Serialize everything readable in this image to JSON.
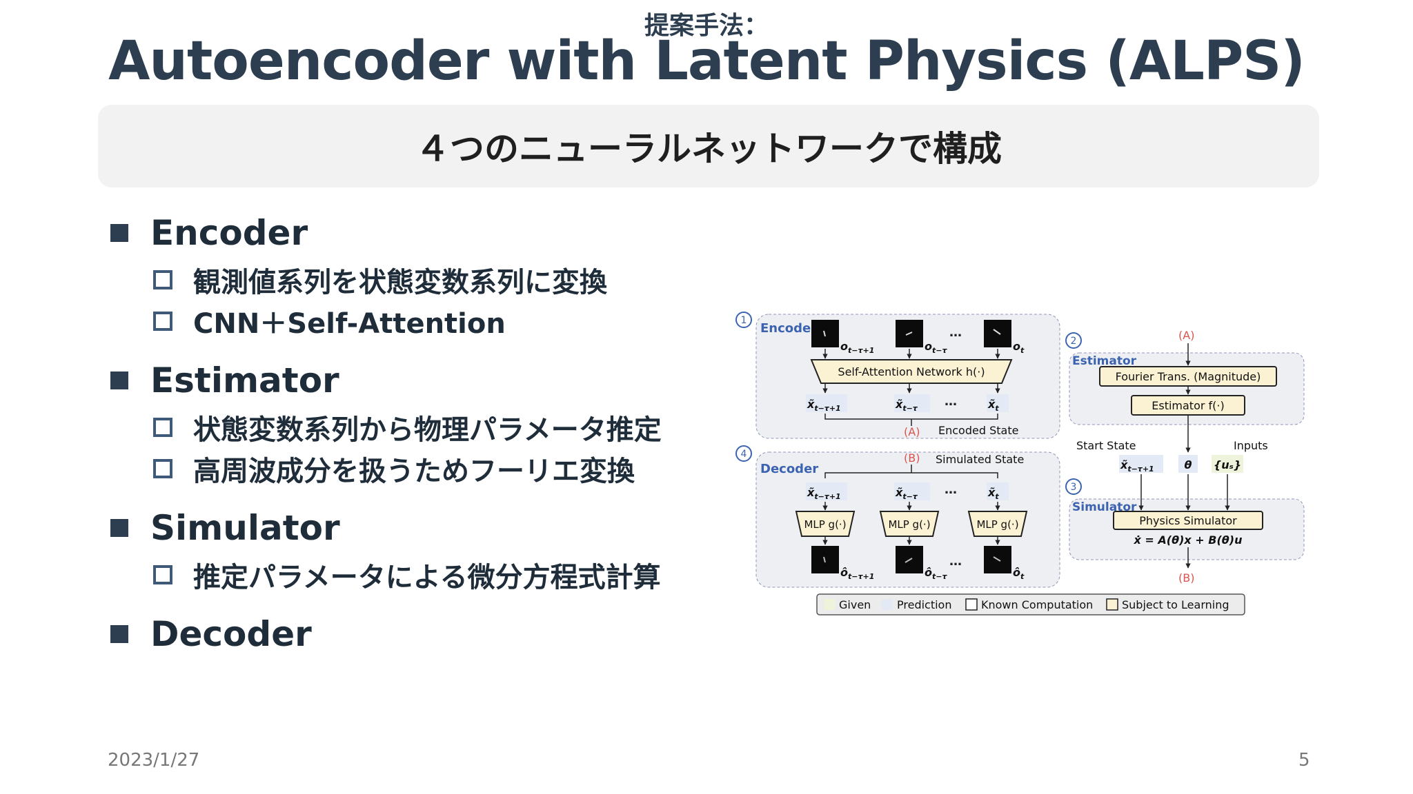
{
  "header": {
    "pre_title": "提案手法：",
    "title": "Autoencoder with Latent Physics (ALPS)"
  },
  "banner": {
    "text": "４つのニューラルネットワークで構成"
  },
  "bullets": [
    {
      "label": "Encoder",
      "subs": [
        "観測値系列を状態変数系列に変換",
        "CNN＋Self-Attention"
      ]
    },
    {
      "label": "Estimator",
      "subs": [
        "状態変数系列から物理パラメータ推定",
        "高周波成分を扱うためフーリエ変換"
      ]
    },
    {
      "label": "Simulator",
      "subs": [
        "推定パラメータによる微分方程式計算"
      ]
    },
    {
      "label": "Decoder",
      "subs": []
    }
  ],
  "footer": {
    "date": "2023/1/27",
    "page": "5"
  },
  "figure": {
    "numbers": {
      "encoder": "1",
      "estimator": "2",
      "simulator": "3",
      "decoder": "4"
    },
    "encoder": {
      "title": "Encoder",
      "obs": [
        "o",
        "o",
        "o"
      ],
      "obs_sub": [
        "t−τ+1",
        "t−τ",
        "t"
      ],
      "network": "Self-Attention Network h(·)",
      "states": [
        "x̃",
        "x̃",
        "x̃"
      ],
      "state_sub": [
        "t−τ+1",
        "t−τ",
        "t"
      ],
      "ellipsis": "…",
      "marker": "(A)",
      "caption": "Encoded State"
    },
    "estimator": {
      "title": "Estimator",
      "marker": "(A)",
      "fourier": "Fourier Trans. (Magnitude)",
      "estimator": "Estimator f(·)"
    },
    "simulator": {
      "title": "Simulator",
      "start_state": "Start State",
      "inputs": "Inputs",
      "x_start": "x̃",
      "x_start_sub": "t−τ+1",
      "theta": "θ",
      "u": "{uₛ}",
      "box": "Physics Simulator",
      "equation": "ẋ = A(θ)x + B(θ)u",
      "marker": "(B)"
    },
    "decoder": {
      "title": "Decoder",
      "marker": "(B)",
      "caption": "Simulated State",
      "states": [
        "x̃",
        "x̃",
        "x̃"
      ],
      "state_sub": [
        "t−τ+1",
        "t−τ",
        "t"
      ],
      "mlp": "MLP g(·)",
      "recon": [
        "ô",
        "ô",
        "ô"
      ],
      "recon_sub": [
        "t−τ+1",
        "t−τ",
        "t"
      ],
      "ellipsis": "…"
    },
    "legend": {
      "given": "Given",
      "prediction": "Prediction",
      "known": "Known Computation",
      "learning": "Subject to Learning"
    },
    "colors": {
      "given": "#eef3dc",
      "prediction": "#e4e9f6",
      "learning": "#fbf2d4",
      "accent_red": "#d9534f",
      "label_blue": "#3b63b0"
    }
  }
}
